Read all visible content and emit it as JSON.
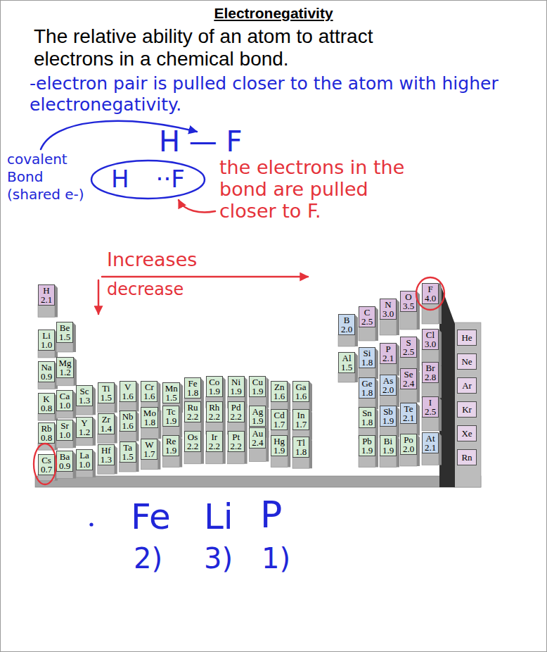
{
  "diagram": {
    "title": "Electronegativity",
    "nodes": [
      {
        "text": [
          "H",
          "··F"
        ]
      },
      {
        "text": [
          "H",
          "2.1"
        ]
      },
      {
        "text": [
          "He"
        ]
      },
      {
        "text": [
          "Li",
          "1.0"
        ]
      },
      {
        "text": [
          "Be",
          "1.5"
        ]
      },
      {
        "text": [
          "B",
          "2.0"
        ]
      },
      {
        "text": [
          "C",
          "2.5"
        ]
      },
      {
        "text": [
          "N",
          "3.0"
        ]
      },
      {
        "text": [
          "O",
          "3.5"
        ]
      },
      {
        "text": [
          "F",
          "4.0"
        ]
      },
      {
        "text": [
          "Ne"
        ]
      },
      {
        "text": [
          "Na",
          "0.9"
        ]
      },
      {
        "text": [
          "Mg",
          "1.2"
        ]
      },
      {
        "text": [
          "Al",
          "1.5"
        ]
      },
      {
        "text": [
          "Si",
          "1.8"
        ]
      },
      {
        "text": [
          "P",
          "2.1"
        ]
      },
      {
        "text": [
          "S",
          "2.5"
        ]
      },
      {
        "text": [
          "Cl",
          "3.0"
        ]
      },
      {
        "text": [
          "Ar"
        ]
      },
      {
        "text": [
          "K",
          "0.8"
        ]
      },
      {
        "text": [
          "Ca",
          "1.0"
        ]
      },
      {
        "text": [
          "Sc",
          "1.3"
        ]
      },
      {
        "text": [
          "Ti",
          "1.5"
        ]
      },
      {
        "text": [
          "V",
          "1.6"
        ]
      },
      {
        "text": [
          "Cr",
          "1.6"
        ]
      },
      {
        "text": [
          "Mn",
          "1.5"
        ]
      },
      {
        "text": [
          "Fe",
          "1.8"
        ]
      },
      {
        "text": [
          "Co",
          "1.9"
        ]
      },
      {
        "text": [
          "Ni",
          "1.9"
        ]
      },
      {
        "text": [
          "Cu",
          "1.9"
        ]
      },
      {
        "text": [
          "Zn",
          "1.6"
        ]
      },
      {
        "text": [
          "Ga",
          "1.6"
        ]
      },
      {
        "text": [
          "Ge",
          "1.8"
        ]
      },
      {
        "text": [
          "As",
          "2.0"
        ]
      },
      {
        "text": [
          "Se",
          "2.4"
        ]
      },
      {
        "text": [
          "Br",
          "2.8"
        ]
      },
      {
        "text": [
          "Kr"
        ]
      },
      {
        "text": [
          "Rb",
          "0.8"
        ]
      },
      {
        "text": [
          "Sr",
          "1.0"
        ]
      },
      {
        "text": [
          "Y",
          "1.2"
        ]
      },
      {
        "text": [
          "Zr",
          "1.4"
        ]
      },
      {
        "text": [
          "Nb",
          "1.6"
        ]
      },
      {
        "text": [
          "Mo",
          "1.8"
        ]
      },
      {
        "text": [
          "Tc",
          "1.9"
        ]
      },
      {
        "text": [
          "Ru",
          "2.2"
        ]
      },
      {
        "text": [
          "Rh",
          "2.2"
        ]
      },
      {
        "text": [
          "Pd",
          "2.2"
        ]
      },
      {
        "text": [
          "Ag",
          "1.9"
        ]
      },
      {
        "text": [
          "Cd",
          "1.7"
        ]
      },
      {
        "text": [
          "In",
          "1.7"
        ]
      },
      {
        "text": [
          "Sn",
          "1.8"
        ]
      },
      {
        "text": [
          "Sb",
          "1.9"
        ]
      },
      {
        "text": [
          "Te",
          "2.1"
        ]
      },
      {
        "text": [
          "I",
          "2.5"
        ]
      },
      {
        "text": [
          "Xe"
        ]
      },
      {
        "text": [
          "Cs",
          "0.7"
        ]
      },
      {
        "text": [
          "Ba",
          "0.9"
        ]
      },
      {
        "text": [
          "La",
          "1.0"
        ]
      },
      {
        "text": [
          "Hf",
          "1.3"
        ]
      },
      {
        "text": [
          "Ta",
          "1.5"
        ]
      },
      {
        "text": [
          "W",
          "1.7"
        ]
      },
      {
        "text": [
          "Re",
          "1.9"
        ]
      },
      {
        "text": [
          "Os",
          "2.2"
        ]
      },
      {
        "text": [
          "Ir",
          "2.2"
        ]
      },
      {
        "text": [
          "Pt",
          "2.2"
        ]
      },
      {
        "text": [
          "Au",
          "2.4"
        ]
      },
      {
        "text": [
          "Hg",
          "1.9"
        ]
      },
      {
        "text": [
          "Tl",
          "1.8"
        ]
      },
      {
        "text": [
          "Pb",
          "1.9"
        ]
      },
      {
        "text": [
          "Bi",
          "1.9"
        ]
      },
      {
        "text": [
          "Po",
          "2.0"
        ]
      },
      {
        "text": [
          "At",
          "2.1"
        ]
      },
      {
        "text": [
          "Rn"
        ]
      }
    ],
    "labels": [
      "The relative ability of an atom to attract electrons in a chemical bond.",
      "-electron pair is pulled closer to the atom with higher electronegativity.",
      "H — F",
      "covalent Bond (shared e-)",
      "the electrons in the bond are pulled closer to F.",
      "Increases",
      "decrease",
      "Fe",
      "Li",
      "P",
      "2)",
      "3)",
      "1)"
    ]
  }
}
